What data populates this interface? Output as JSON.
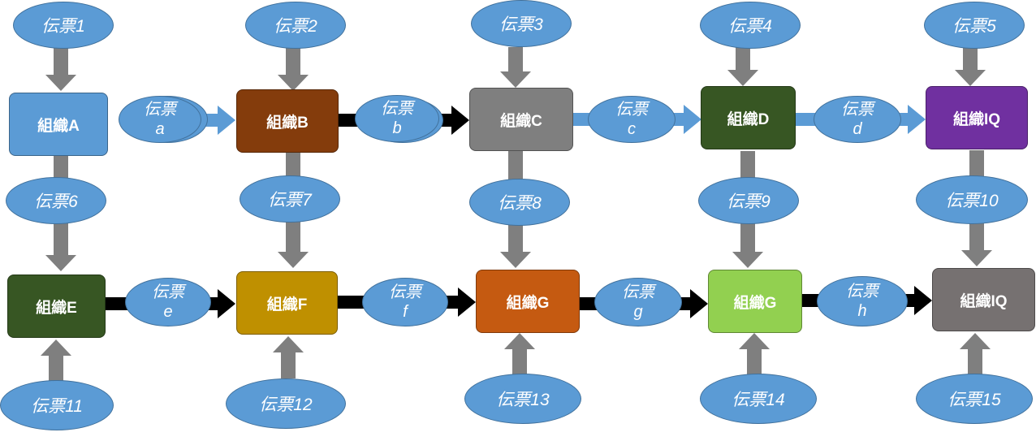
{
  "colors": {
    "ellipse": "#5b9bd5",
    "gray_arrow": "#7f7f7f",
    "black_arrow": "#000000",
    "blue_arrow": "#5b9bd5"
  },
  "orgs": {
    "a": {
      "label": "組織A",
      "color": "#5b9bd5"
    },
    "b": {
      "label": "組織B",
      "color": "#843c0c"
    },
    "c": {
      "label": "組織C",
      "color": "#7f7f7f"
    },
    "d": {
      "label": "組織D",
      "color": "#375623"
    },
    "iq1": {
      "label": "組織IQ",
      "color": "#7030a0"
    },
    "e": {
      "label": "組織E",
      "color": "#375623"
    },
    "f": {
      "label": "組織F",
      "color": "#bf9000"
    },
    "g1": {
      "label": "組織G",
      "color": "#c55a11"
    },
    "g2": {
      "label": "組織G",
      "color": "#92d050"
    },
    "iq2": {
      "label": "組織IQ",
      "color": "#767171"
    }
  },
  "slips": {
    "s1": "伝票1",
    "s2": "伝票2",
    "s3": "伝票3",
    "s4": "伝票4",
    "s5": "伝票5",
    "s6": "伝票6",
    "s7": "伝票7",
    "s8": "伝票8",
    "s9": "伝票9",
    "s10": "伝票10",
    "s11": "伝票11",
    "s12": "伝票12",
    "s13": "伝票13",
    "s14": "伝票14",
    "s15": "伝票15"
  },
  "flows": {
    "word": "伝票",
    "a": "a",
    "b": "b",
    "c": "c",
    "d": "d",
    "e": "e",
    "f": "f",
    "g": "g",
    "h": "h"
  }
}
